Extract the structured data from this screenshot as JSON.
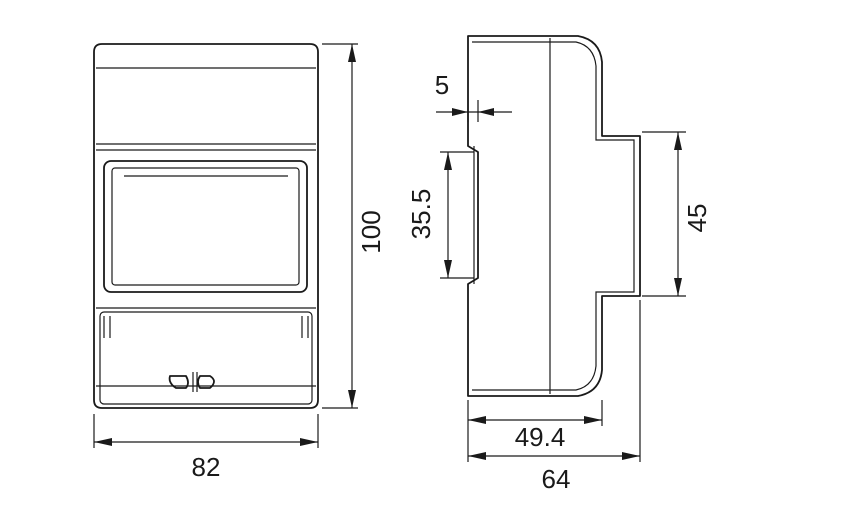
{
  "diagram": {
    "dimensions": {
      "front_width": "82",
      "front_height": "100",
      "side_offset": "5",
      "rail_height": "35.5",
      "side_depth": "49.4",
      "total_depth": "64",
      "mount_height": "45"
    }
  }
}
